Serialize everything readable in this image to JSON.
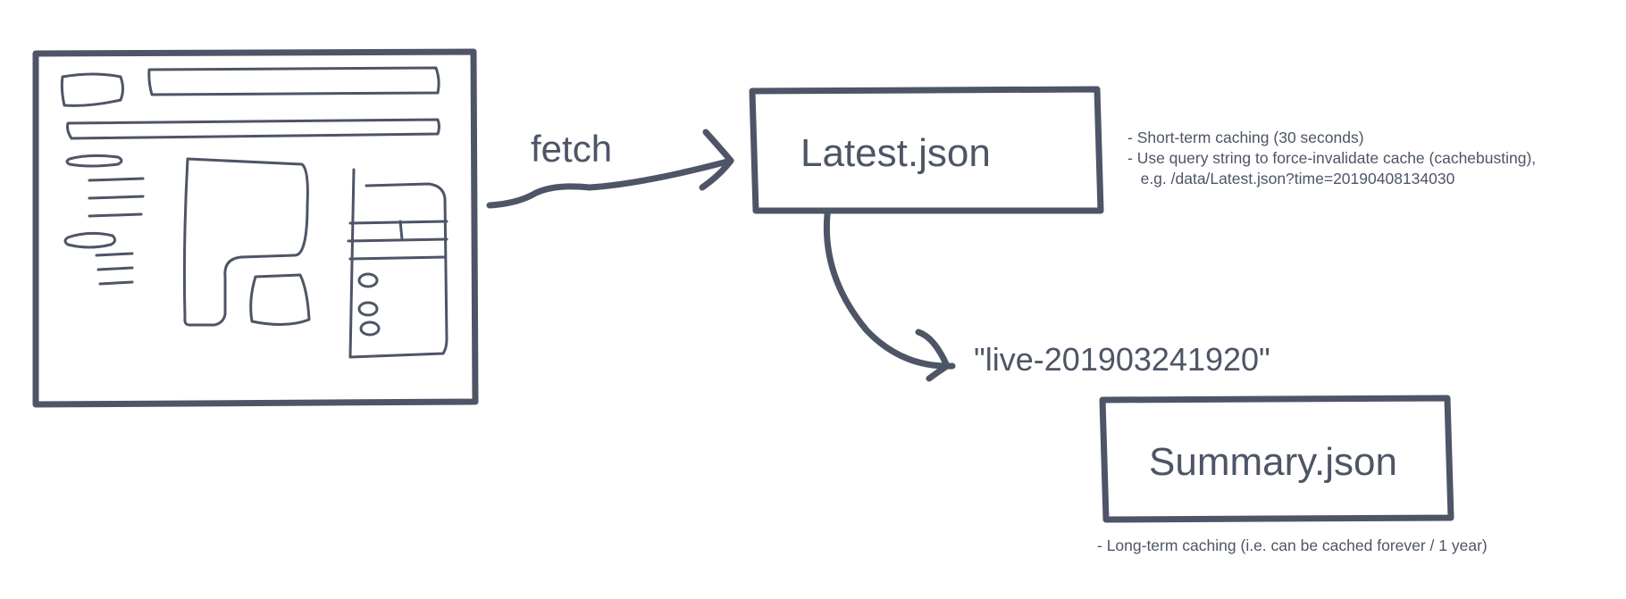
{
  "colors": {
    "ink": "#4d5566",
    "background": "#ffffff"
  },
  "wireframe": {
    "description_icon": "webpage-wireframe-sketch"
  },
  "fetch_arrow": {
    "label": "fetch"
  },
  "latest_box": {
    "title": "Latest.json",
    "notes": [
      "- Short-term caching (30 seconds)",
      "- Use query string to force-invalidate cache (cachebusting),",
      "   e.g. /data/Latest.json?time=20190408134030"
    ]
  },
  "pointer": {
    "value": "\"live-201903241920\""
  },
  "summary_box": {
    "title": "Summary.json",
    "notes": [
      "- Long-term caching (i.e. can be cached forever / 1 year)"
    ]
  }
}
